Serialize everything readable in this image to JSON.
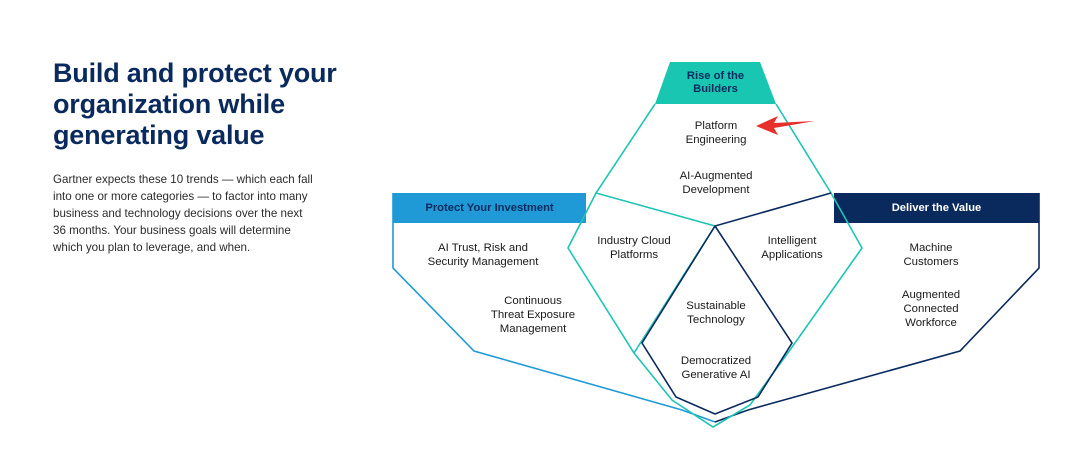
{
  "headline": {
    "lines": [
      "Build and protect your",
      "organization while",
      "generating value"
    ]
  },
  "intro": {
    "lines": [
      "Gartner expects these 10 trends — which each fall",
      "into one or more categories — to factor into many",
      "business and technology decisions over the next",
      "36 months. Your business goals will determine",
      "which you plan to leverage, and when."
    ]
  },
  "categories": {
    "builders": {
      "label": [
        "Rise of the",
        "Builders"
      ],
      "color": "#18c6b1",
      "text_color": "#0a2a5e"
    },
    "protect": {
      "label": [
        "Protect Your Investment"
      ],
      "color": "#1f9ad6",
      "text_color": "#0a2a5e"
    },
    "deliver": {
      "label": [
        "Deliver the Value"
      ],
      "color": "#0a2a5e",
      "text_color": "#ffffff"
    }
  },
  "trends": {
    "platform_engineering": [
      "Platform",
      "Engineering"
    ],
    "ai_augmented_dev": [
      "AI-Augmented",
      "Development"
    ],
    "industry_cloud": [
      "Industry Cloud",
      "Platforms"
    ],
    "intelligent_apps": [
      "Intelligent",
      "Applications"
    ],
    "ai_trism": [
      "AI Trust, Risk and",
      "Security Management"
    ],
    "ctem": [
      "Continuous",
      "Threat Exposure",
      "Management"
    ],
    "sustainable_tech": [
      "Sustainable",
      "Technology"
    ],
    "democratized_genai": [
      "Democratized",
      "Generative AI"
    ],
    "machine_customers": [
      "Machine",
      "Customers"
    ],
    "augmented_workforce": [
      "Augmented",
      "Connected",
      "Workforce"
    ]
  },
  "colors": {
    "teal_stroke": "#1fc4b5",
    "navy_stroke": "#0a2a5e",
    "arrow": "#e8302a"
  }
}
